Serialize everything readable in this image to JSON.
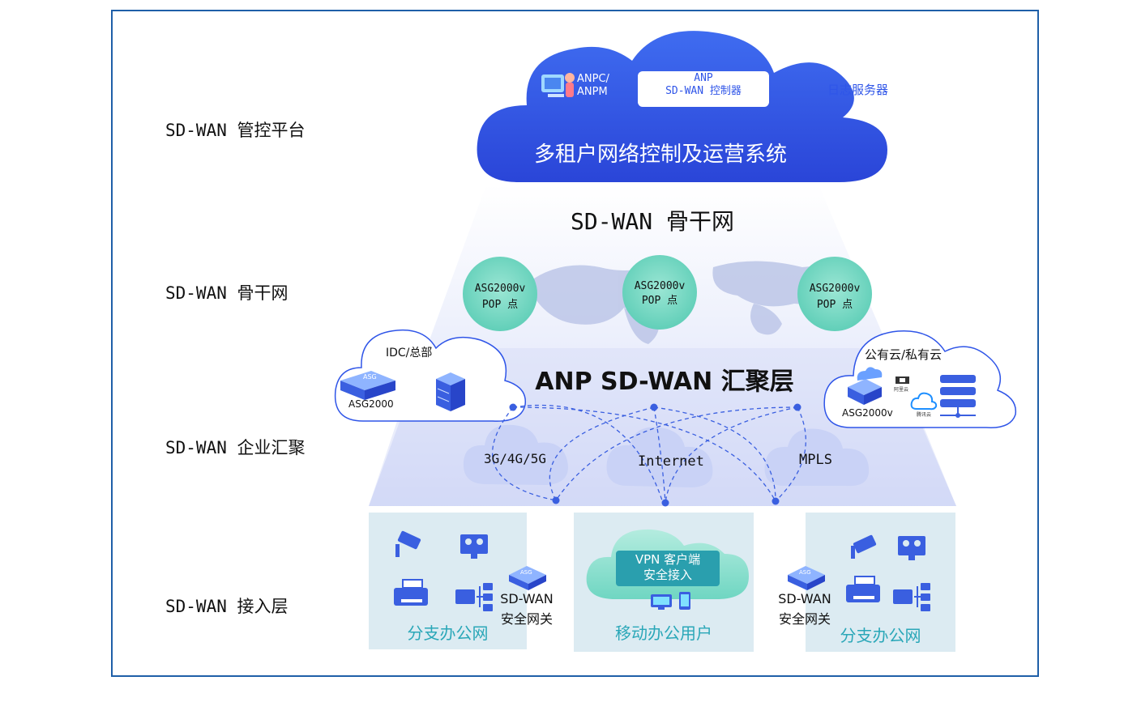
{
  "layers": {
    "platform": "SD-WAN 管控平台",
    "backbone": "SD-WAN 骨干网",
    "aggregation": "SD-WAN 企业汇聚",
    "access": "SD-WAN 接入层"
  },
  "cloud": {
    "anpc": "ANPC/",
    "anpm": "ANPM",
    "controller_line1": "ANP",
    "controller_line2": "SD-WAN 控制器",
    "system": "多租户网络控制及运营系统",
    "log_server": "日志服务器"
  },
  "backbone": {
    "title": "SD-WAN 骨干网",
    "pops": [
      {
        "line1": "ASG2000v",
        "line2": "POP 点"
      },
      {
        "line1": "ASG2000v",
        "line2": "POP 点"
      },
      {
        "line1": "ASG2000v",
        "line2": "POP 点"
      }
    ]
  },
  "aggregation": {
    "title": "ANP SD-WAN 汇聚层",
    "idc": {
      "title": "IDC/总部",
      "device": "ASG2000",
      "badge": "ASG"
    },
    "cloud": {
      "title": "公有云/私有云",
      "device": "ASG2000v",
      "logo1": "阿里云",
      "logo2": "腾讯云"
    },
    "networks": [
      "3G/4G/5G",
      "Internet",
      "MPLS"
    ]
  },
  "access": {
    "left": {
      "title": "分支办公网",
      "gateway_line1": "SD-WAN",
      "gateway_line2": "安全网关",
      "badge": "ASG"
    },
    "middle": {
      "title": "移动办公用户",
      "vpn_line1": "VPN 客户端",
      "vpn_line2": "安全接入"
    },
    "right": {
      "title": "分支办公网",
      "gateway_line1": "SD-WAN",
      "gateway_line2": "安全网关",
      "badge": "ASG"
    }
  },
  "colors": {
    "frame": "#1f5fa8",
    "cloud_blue": "#2f55e8",
    "teal_pop": "#6fd6c2",
    "branch_bg": "#dcebf2",
    "icon_blue": "#3a5fe0",
    "teal_text": "#2aa7b8"
  }
}
